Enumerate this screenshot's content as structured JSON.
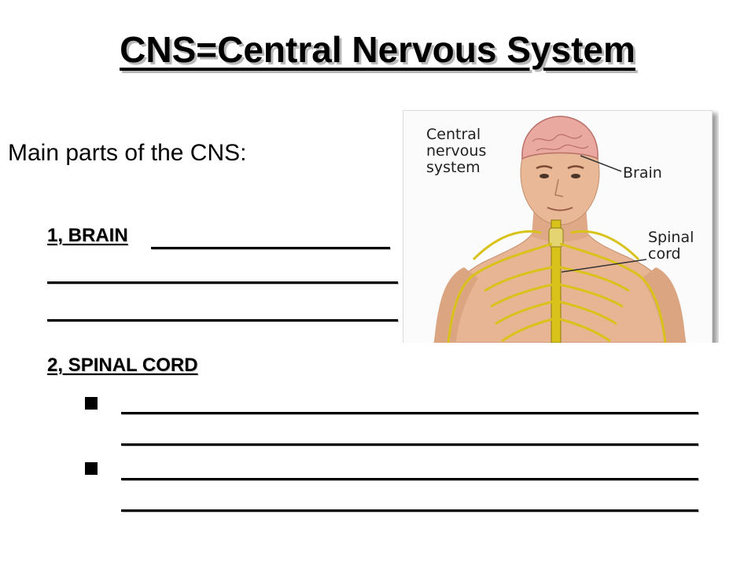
{
  "slide": {
    "title": "CNS=Central Nervous System",
    "intro": "Main parts of the CNS:"
  },
  "items": [
    {
      "label": "1, BRAIN"
    },
    {
      "label": "2, SPINAL CORD"
    }
  ],
  "figure": {
    "title_line1": "Central",
    "title_line2": "nervous",
    "title_line3": "system",
    "brain_label": "Brain",
    "cord_line1": "Spinal",
    "cord_line2": "cord"
  },
  "colors": {
    "nerve": "#d9c21a",
    "skin": "#e7b594",
    "brain": "#e9a9a0"
  }
}
